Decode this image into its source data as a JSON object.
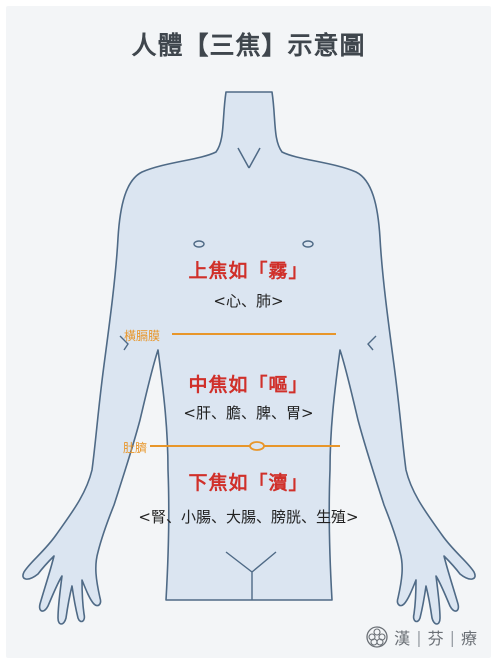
{
  "title": "人體【三焦】示意圖",
  "zones": {
    "upper": {
      "title": "上焦如「霧」",
      "organs": "<心、肺>"
    },
    "middle": {
      "title": "中焦如「嘔」",
      "organs": "<肝、膽、脾、胃>"
    },
    "lower": {
      "title": "下焦如「瀆」",
      "organs": "<腎、小腸、大腸、膀胱、生殖>"
    }
  },
  "markers": {
    "diaphragm": "橫膈膜",
    "navel": "肚臍"
  },
  "brand": {
    "char1": "漢",
    "char2": "芬",
    "char3": "療",
    "sep": "|"
  },
  "colors": {
    "body_fill": "#dbe5f1",
    "body_stroke": "#4f6a86",
    "accent_red": "#d0302a",
    "marker_orange": "#e8962a",
    "title_text": "#3f464d"
  },
  "icons": [
    "body-figure-icon",
    "brand-logo-icon"
  ]
}
